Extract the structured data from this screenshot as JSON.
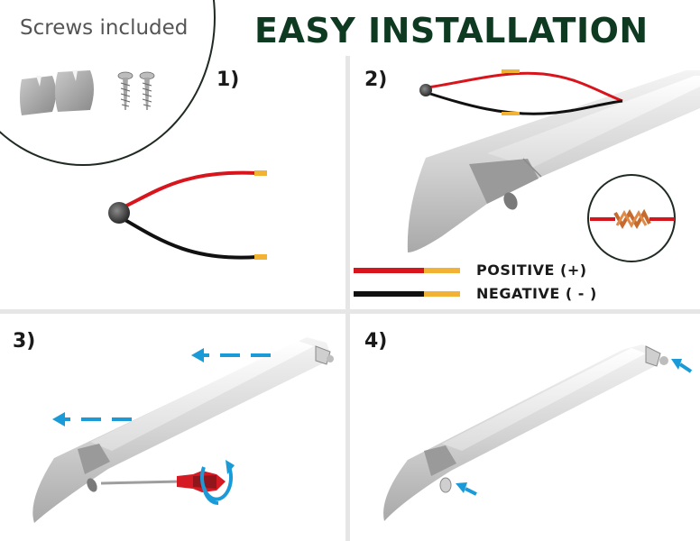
{
  "title": "EASY INSTALLATION",
  "screws": {
    "label": "Screws included"
  },
  "steps": [
    {
      "label": "1)"
    },
    {
      "label": "2)"
    },
    {
      "label": "3)"
    },
    {
      "label": "4)"
    }
  ],
  "legend": {
    "positive": "POSITIVE (+)",
    "negative": "NEGATIVE ( - )"
  },
  "colors": {
    "title": "#0f3a22",
    "wire_red": "#d8141c",
    "wire_black": "#111111",
    "wire_tip": "#f2b233",
    "arrow": "#1a9bd7",
    "rail": "#d9d9d9",
    "screwdriver_red": "#d51a23"
  },
  "icons": [
    "left-arrow-icon",
    "rotate-icon",
    "right-arrow-icon"
  ]
}
